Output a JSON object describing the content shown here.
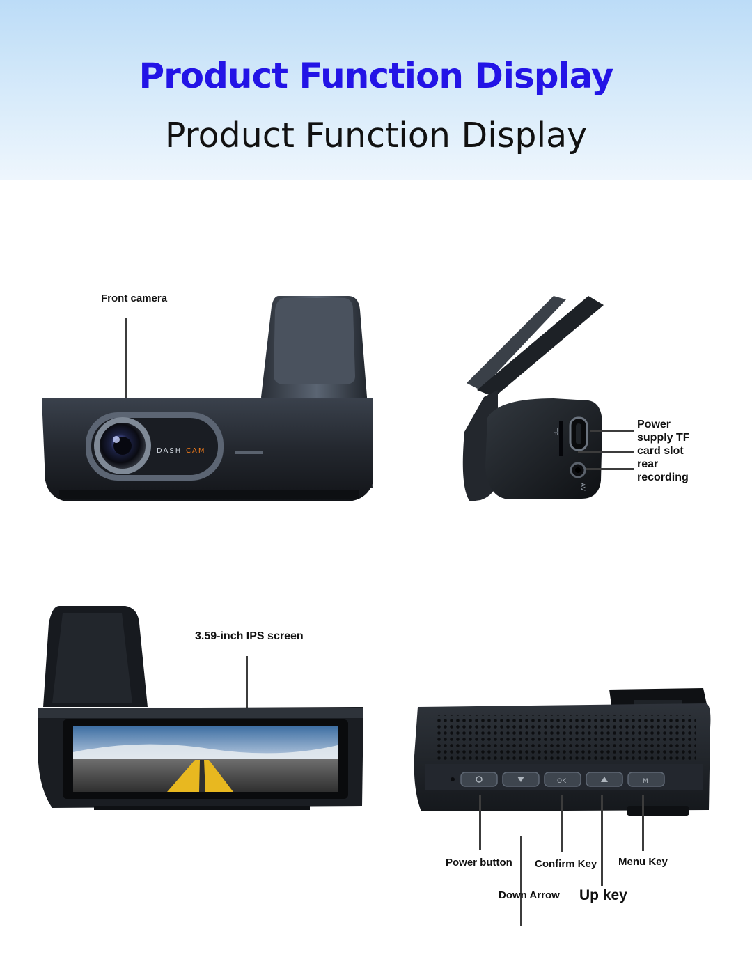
{
  "header": {
    "title": "Product Function Display",
    "subtitle": "Product Function Display"
  },
  "front_view": {
    "callout": "Front camera",
    "logo_text_dash": "DASH",
    "logo_text_cam": "CAM"
  },
  "side_view": {
    "port_labels": [
      "Power",
      "supply TF",
      "card slot",
      "rear",
      "recording"
    ],
    "tf_mark": "TF",
    "av_mark": "AV"
  },
  "screen_view": {
    "callout": "3.59-inch IPS screen"
  },
  "buttons_view": {
    "power_button": "Power button",
    "confirm_key": "Confirm Key",
    "menu_key": "Menu Key",
    "down_arrow": "Down Arrow",
    "up_key": "Up key",
    "ok_mark": "OK",
    "m_mark": "M"
  },
  "colors": {
    "title_blue": "#2314e6",
    "body_dark": "#1c1f25",
    "accent_orange": "#f07a1a"
  }
}
